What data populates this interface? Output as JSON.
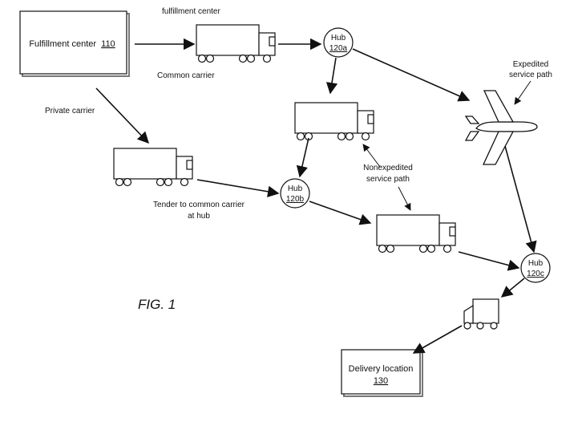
{
  "top_cut_text": "fulfillment center",
  "fulfillment_center": {
    "label": "Fulfillment center",
    "ref": "110"
  },
  "delivery_location": {
    "label": "Delivery location",
    "ref": "130"
  },
  "hubs": [
    {
      "label": "Hub",
      "ref": "120a"
    },
    {
      "label": "Hub",
      "ref": "120b"
    },
    {
      "label": "Hub",
      "ref": "120c"
    }
  ],
  "labels": {
    "common_carrier": "Common carrier",
    "private_carrier": "Private carrier",
    "expedited_line1": "Expedited",
    "expedited_line2": "service path",
    "nonexpedited_line1": "Nonexpedited",
    "nonexpedited_line2": "service path",
    "tender_line1": "Tender to common carrier",
    "tender_line2": "at hub",
    "figure": "FIG. 1"
  },
  "icons": [
    "truck-icon",
    "airplane-icon",
    "delivery-van-icon"
  ]
}
